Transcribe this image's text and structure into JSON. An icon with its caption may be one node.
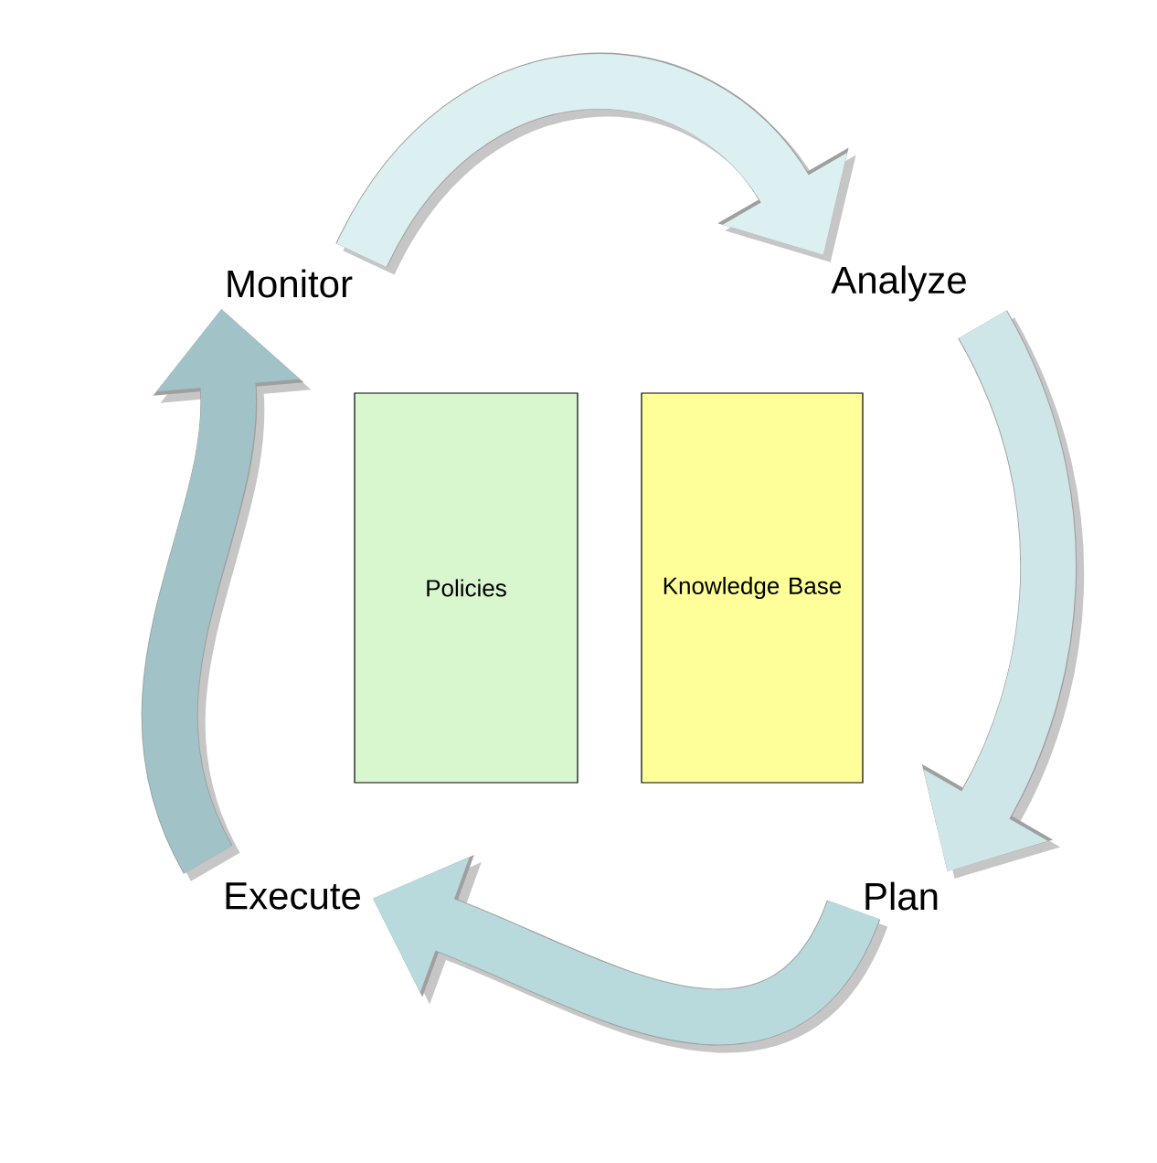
{
  "diagram": {
    "nodes": [
      {
        "text": [
          "Monitor"
        ]
      },
      {
        "text": [
          "Analyze"
        ]
      },
      {
        "text": [
          "Plan"
        ]
      },
      {
        "text": [
          "Execute"
        ]
      },
      {
        "text": [
          "Policies"
        ]
      },
      {
        "text": [
          "Knowledge Base"
        ]
      }
    ],
    "edges": [
      {
        "from": 0,
        "to": 1,
        "arrow": "to",
        "color": "#dceff1"
      },
      {
        "from": 1,
        "to": 2,
        "arrow": "to",
        "color": "#cfe6e9"
      },
      {
        "from": 2,
        "to": 3,
        "arrow": "to",
        "color": "#b8dadd"
      },
      {
        "from": 3,
        "to": 0,
        "arrow": "to",
        "color": "#a1c3c8"
      }
    ]
  }
}
